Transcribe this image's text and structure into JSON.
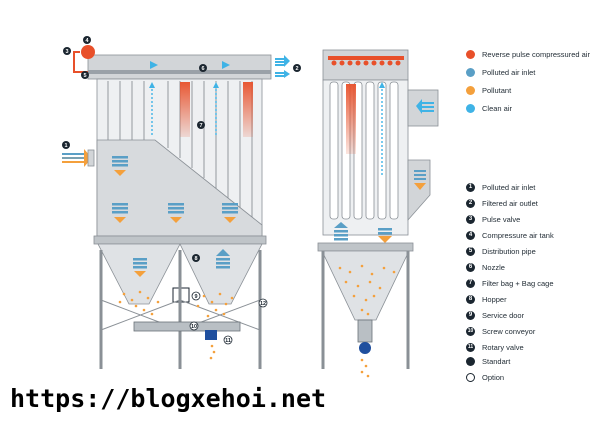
{
  "legend_colors": [
    {
      "label": "Reverse pulse compressured air",
      "color": "#e8502a"
    },
    {
      "label": "Polluted air inlet",
      "color": "#5a9fc6"
    },
    {
      "label": "Pollutant",
      "color": "#f4a03c"
    },
    {
      "label": "Clean air",
      "color": "#3fb3e6"
    }
  ],
  "legend_parts": [
    {
      "number": "1",
      "label": "Polluted air inlet"
    },
    {
      "number": "2",
      "label": "Filtered air outlet"
    },
    {
      "number": "3",
      "label": "Pulse valve"
    },
    {
      "number": "4",
      "label": "Compressure air tank"
    },
    {
      "number": "5",
      "label": "Distribution pipe"
    },
    {
      "number": "6",
      "label": "Nozzle"
    },
    {
      "number": "7",
      "label": "Filter bag + Bag cage"
    },
    {
      "number": "8",
      "label": "Hopper"
    },
    {
      "number": "9",
      "label": "Service door"
    },
    {
      "number": "10",
      "label": "Screw conveyor"
    },
    {
      "number": "11",
      "label": "Rotary valve"
    }
  ],
  "legend_marks": [
    {
      "label": "Standart",
      "style": "filled"
    },
    {
      "label": "Option",
      "style": "outline"
    }
  ],
  "watermark": "https://blogxehoi.net"
}
